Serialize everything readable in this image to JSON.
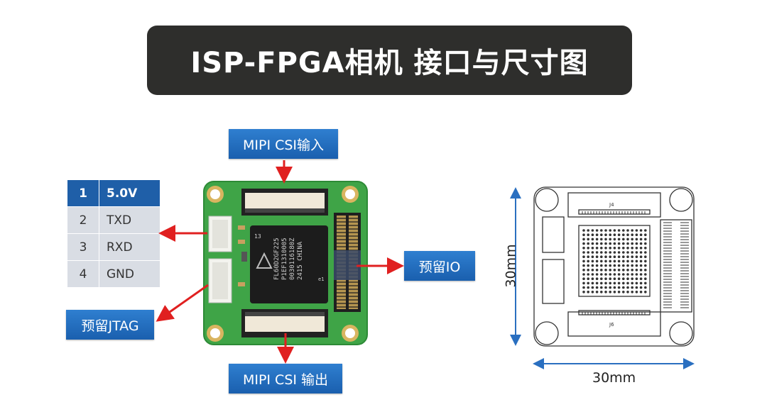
{
  "title": "ISP-FPGA相机 接口与尺寸图",
  "labels": {
    "mipi_in": "MIPI CSI输入",
    "mipi_out": "MIPI CSI 输出",
    "reserved_io": "预留IO",
    "reserved_jtag": "预留JTAG"
  },
  "pin_table": [
    {
      "num": "1",
      "signal": "5.0V"
    },
    {
      "num": "2",
      "signal": "TXD"
    },
    {
      "num": "3",
      "signal": "RXD"
    },
    {
      "num": "4",
      "signal": "GND"
    }
  ],
  "chip": {
    "line1": "FL60D2GF225",
    "line2": "P1EF1310005",
    "line3": "0030116180Z",
    "line4": "2415 CHINA",
    "mark": "13",
    "pin1": "e1"
  },
  "drawing": {
    "connector_top": "J4",
    "connector_bottom": "J6",
    "width_dim": "30mm",
    "height_dim": "30mm"
  },
  "colors": {
    "title_bg": "#2e2e2c",
    "label_blue": "#1f5fa8",
    "arrow_red": "#e02020",
    "pcb_green": "#3fa447",
    "dim_blue": "#2a6fc0"
  }
}
